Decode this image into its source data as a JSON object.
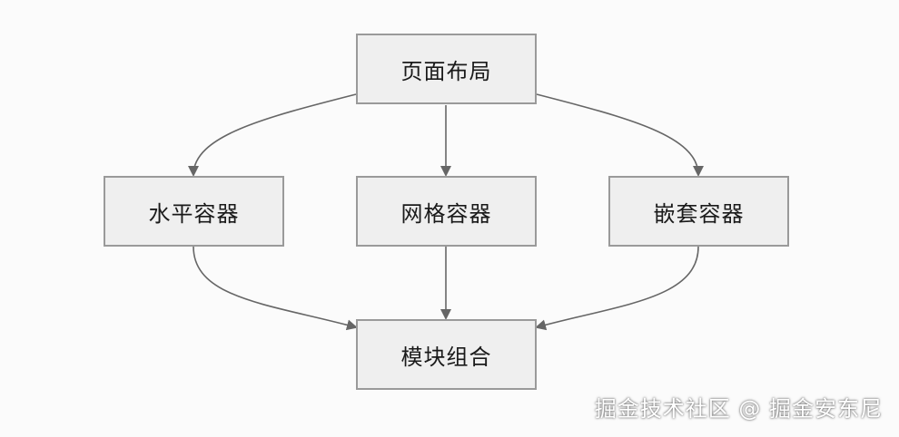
{
  "nodes": {
    "page_layout": "页面布局",
    "horizontal_container": "水平容器",
    "grid_container": "网格容器",
    "nested_container": "嵌套容器",
    "module_combination": "模块组合"
  },
  "edges": [
    {
      "from": "page_layout",
      "to": "horizontal_container"
    },
    {
      "from": "page_layout",
      "to": "grid_container"
    },
    {
      "from": "page_layout",
      "to": "nested_container"
    },
    {
      "from": "horizontal_container",
      "to": "module_combination"
    },
    {
      "from": "grid_container",
      "to": "module_combination"
    },
    {
      "from": "nested_container",
      "to": "module_combination"
    }
  ],
  "watermark": "掘金技术社区 @ 掘金安东尼",
  "colors": {
    "background": "#fbfbfb",
    "node_fill": "#efefef",
    "node_border": "#9a9a9a",
    "edge": "#666666",
    "text": "#1a1a1a"
  }
}
